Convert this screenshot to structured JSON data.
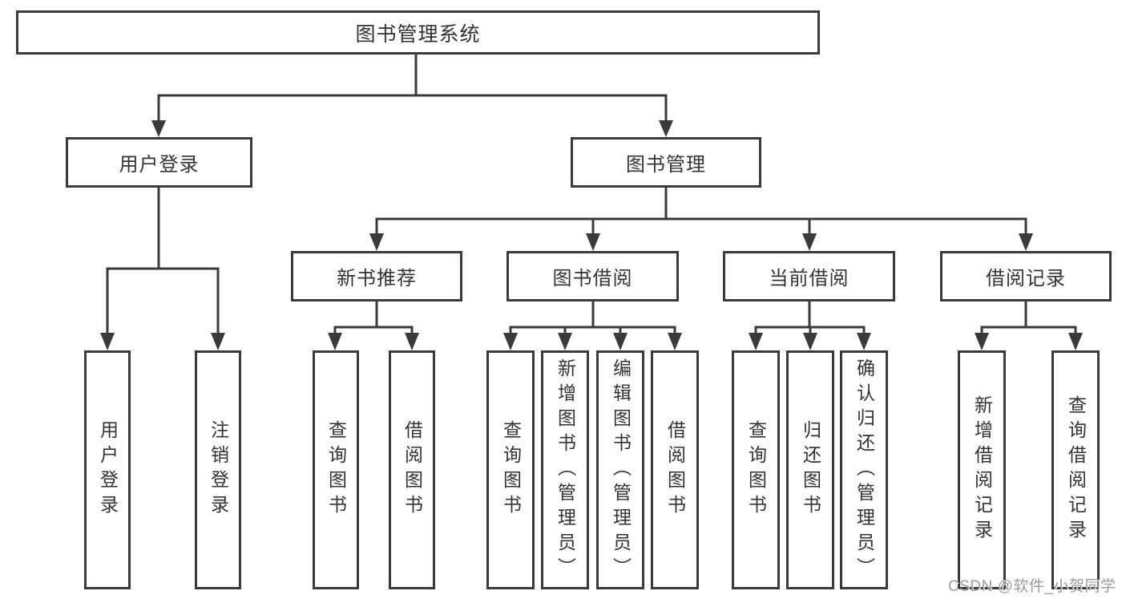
{
  "diagram": {
    "root": {
      "label": "图书管理系统",
      "children": [
        {
          "label": "用户登录",
          "children": [
            {
              "label": "用户登录"
            },
            {
              "label": "注销登录"
            }
          ]
        },
        {
          "label": "图书管理",
          "children": [
            {
              "label": "新书推荐",
              "children": [
                {
                  "label": "查询图书"
                },
                {
                  "label": "借阅图书"
                }
              ]
            },
            {
              "label": "图书借阅",
              "children": [
                {
                  "label": "查询图书"
                },
                {
                  "label": "新增图书（管理员）"
                },
                {
                  "label": "编辑图书（管理员）"
                },
                {
                  "label": "借阅图书"
                }
              ]
            },
            {
              "label": "当前借阅",
              "children": [
                {
                  "label": "查询图书"
                },
                {
                  "label": "归还图书"
                },
                {
                  "label": "确认归还（管理员）"
                }
              ]
            },
            {
              "label": "借阅记录",
              "children": [
                {
                  "label": "新增借阅记录"
                },
                {
                  "label": "查询借阅记录"
                }
              ]
            }
          ]
        }
      ]
    }
  },
  "watermark": {
    "text": "CSDN @软件_小贺同学"
  },
  "colors": {
    "line": "#3a3a3a",
    "text": "#333333",
    "box_bg": "#ffffff",
    "canvas_bg": "#ffffff",
    "watermark": "#9c9c9c"
  }
}
